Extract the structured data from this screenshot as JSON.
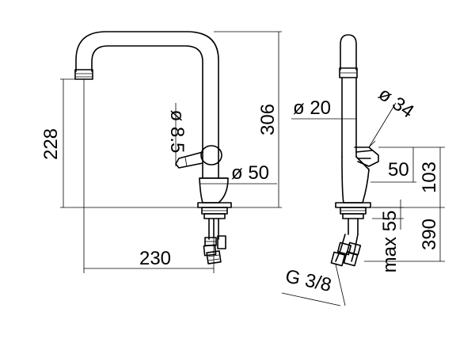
{
  "dimensions": {
    "height_spout": "228",
    "total_height": "306",
    "reach": "230",
    "lever_dia": "ø 8.5",
    "base_dia_front": "ø 50",
    "body_dia": "ø 20",
    "hole_dia": "ø 34",
    "base_height": "50",
    "lever_height": "103",
    "max_thickness": "max 55",
    "hose_length": "390",
    "connection": "G 3/8"
  }
}
